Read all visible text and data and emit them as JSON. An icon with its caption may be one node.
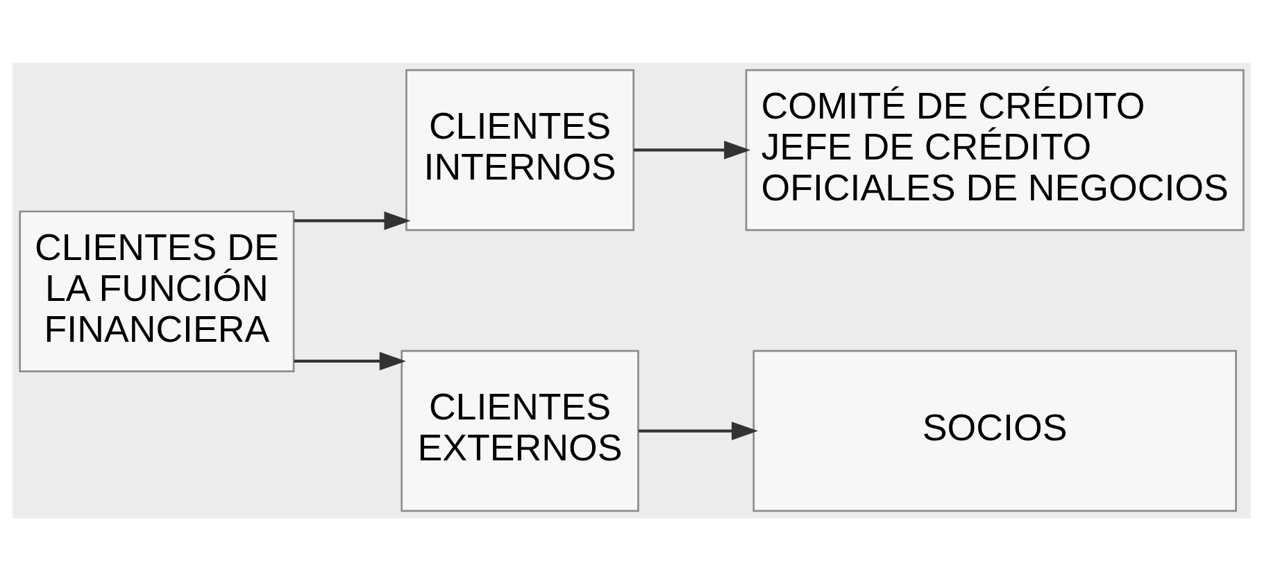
{
  "diagram": {
    "nodes": [
      {
        "text": [
          "CLIENTES DE LA FUNCIÓN FINANCIERA"
        ]
      },
      {
        "text": [
          "CLIENTES INTERNOS"
        ]
      },
      {
        "text": [
          "COMITÉ DE CRÉDITO",
          "JEFE DE CRÉDITO",
          "OFICIALES DE NEGOCIOS"
        ]
      },
      {
        "text": [
          "CLIENTES EXTERNOS"
        ]
      },
      {
        "text": [
          "SOCIOS"
        ]
      }
    ],
    "edges": [
      {
        "from": 0,
        "to": 1,
        "arrow": "to"
      },
      {
        "from": 1,
        "to": 2,
        "arrow": "to"
      },
      {
        "from": 0,
        "to": 3,
        "arrow": "to"
      },
      {
        "from": 3,
        "to": 4,
        "arrow": "to"
      }
    ]
  }
}
